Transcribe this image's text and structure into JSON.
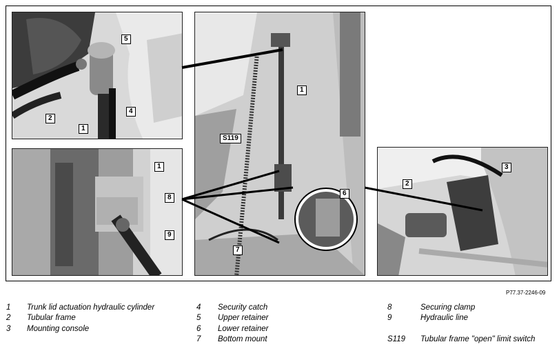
{
  "callouts": {
    "p1_5": "5",
    "p1_2": "2",
    "p1_4": "4",
    "p1_1": "1",
    "p2_1": "1",
    "p2_8": "8",
    "p2_9": "9",
    "p3_1": "1",
    "p3_s119": "S119",
    "p3_6": "6",
    "p3_7": "7",
    "p4_2": "2",
    "p4_3": "3"
  },
  "reference": "P77.37-2246-09",
  "legend": [
    {
      "num": "1",
      "text": "Trunk lid actuation hydraulic cylinder"
    },
    {
      "num": "2",
      "text": "Tubular frame"
    },
    {
      "num": "3",
      "text": "Mounting console"
    },
    {
      "num": "4",
      "text": "Security catch"
    },
    {
      "num": "5",
      "text": "Upper retainer"
    },
    {
      "num": "6",
      "text": "Lower retainer"
    },
    {
      "num": "7",
      "text": "Bottom mount"
    },
    {
      "num": "8",
      "text": "Securing clamp"
    },
    {
      "num": "9",
      "text": "Hydraulic line"
    },
    {
      "num": "S119",
      "text": "Tubular frame \"open\" limit switch"
    }
  ]
}
